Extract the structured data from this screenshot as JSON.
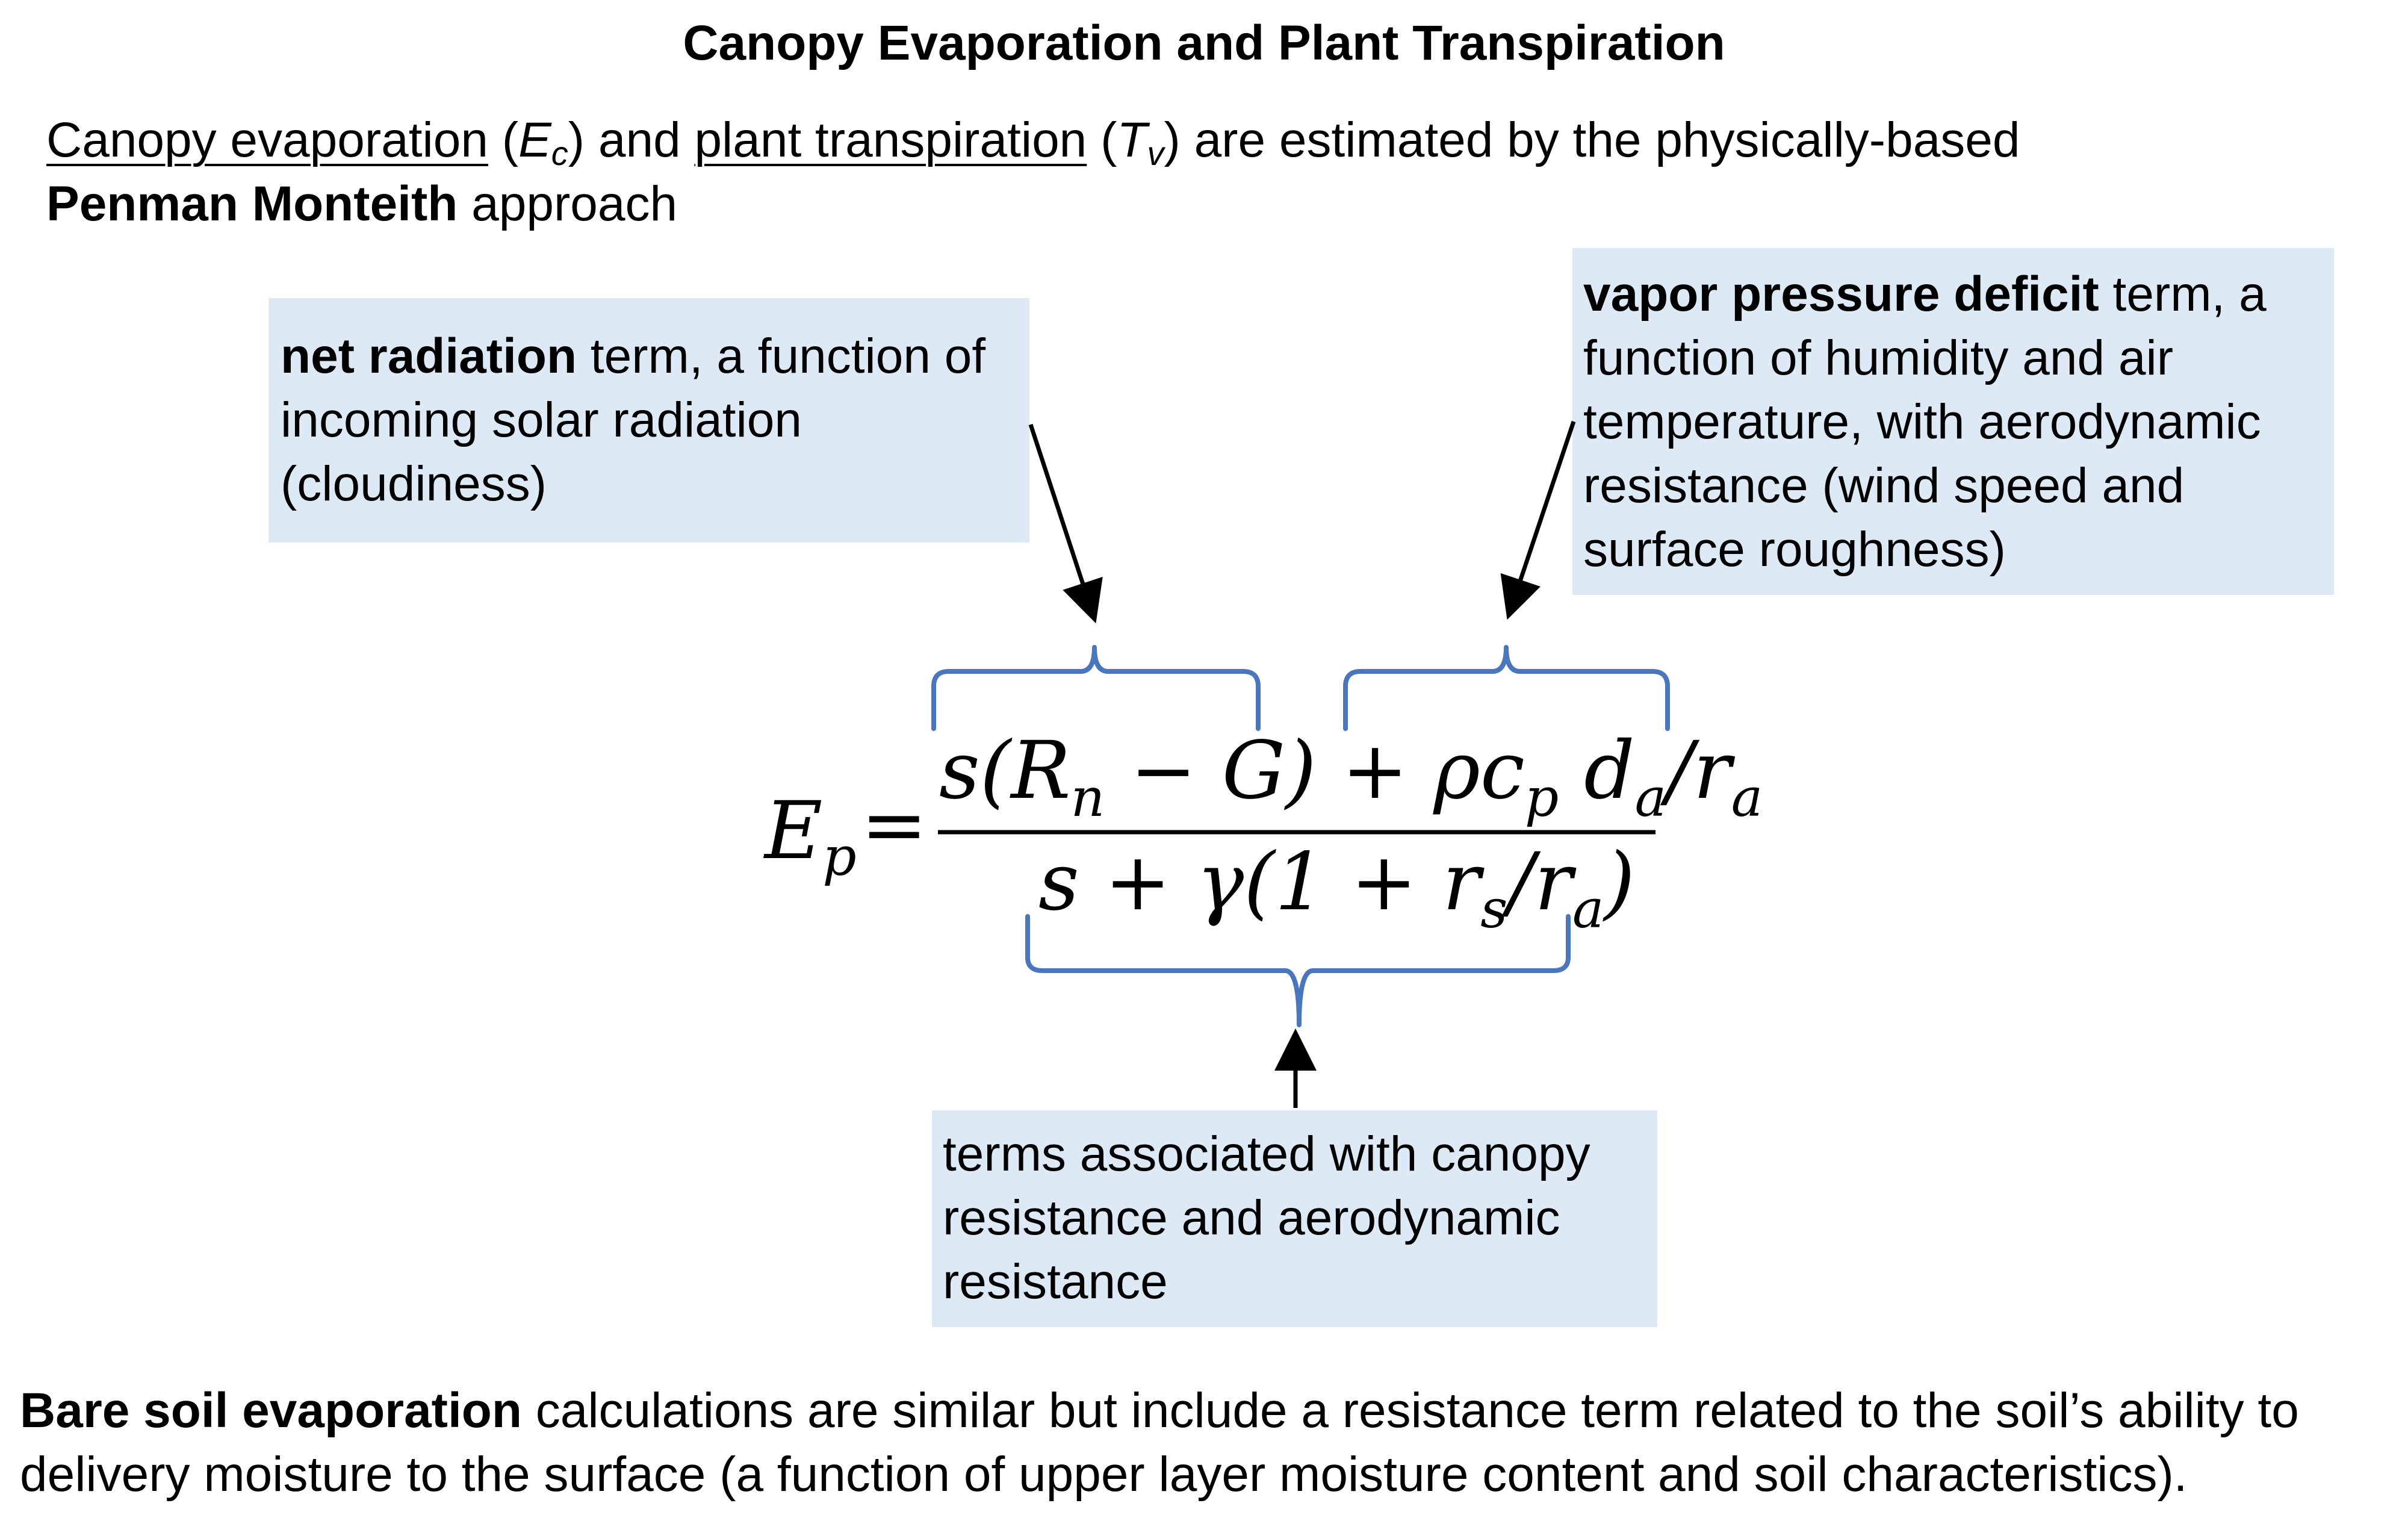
{
  "title": "Canopy Evaporation and Plant Transpiration",
  "intro": {
    "canopy_evaporation": "Canopy evaporation",
    "paren_open_1": " (",
    "ec_symbol": "E",
    "ec_sub": "c",
    "and_text": ") and ",
    "plant_transpiration": "plant transpiration",
    "paren_open_2": " (",
    "tv_symbol": "T",
    "tv_sub": "v",
    "rest_line1": ") are estimated by the physically-based",
    "penman": "Penman Monteith",
    "approach": " approach"
  },
  "callouts": {
    "net_radiation": {
      "bold": "net radiation",
      "text": " term, a function of incoming solar radiation (cloudiness)"
    },
    "vapor_pressure": {
      "bold": "vapor pressure deficit",
      "text": " term, a function of humidity and air temperature, with aerodynamic resistance (wind speed and surface roughness)"
    },
    "resistance": {
      "text": "terms associated with canopy resistance and aerodynamic resistance"
    }
  },
  "equation": {
    "lhs": "E",
    "lhs_sub": "p",
    "equals": "=",
    "num_part1": "s(R",
    "num_part1_sub": "n",
    "num_part2": " − G) + ρc",
    "num_part2_sub": "p",
    "num_part3": " d",
    "num_part3_sub": "a",
    "num_part4": "/r",
    "num_part4_sub": "a",
    "den_part1": "s + γ(1 + r",
    "den_part1_sub": "s",
    "den_part2": "/r",
    "den_part2_sub": "a",
    "den_part3": ")"
  },
  "closing": {
    "bold": "Bare soil evaporation",
    "text": " calculations are similar but include a resistance term related to the soil’s ability to delivery moisture to the surface (a function of upper layer moisture content and soil characteristics)."
  },
  "colors": {
    "brace": "#4a76bd",
    "callout_bg": "#dde9f5",
    "arrow": "#000000"
  }
}
